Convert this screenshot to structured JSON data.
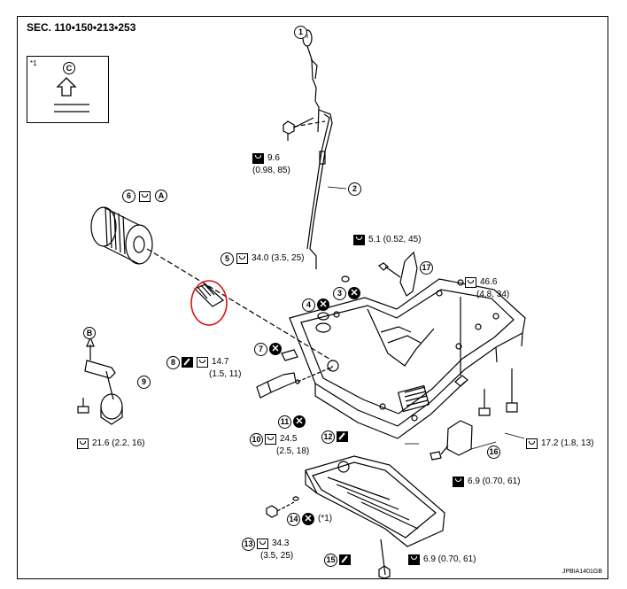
{
  "header": {
    "section": "SEC. 110•150•213•253"
  },
  "footer": {
    "code": "JPBIA1401GB"
  },
  "inset": {
    "ref": "*1",
    "letter": "C"
  },
  "callouts": [
    "1",
    "2",
    "3",
    "4",
    "5",
    "6",
    "7",
    "8",
    "9",
    "10",
    "11",
    "12",
    "13",
    "14",
    "15",
    "16",
    "17"
  ],
  "ref_letters": [
    "A",
    "B"
  ],
  "torques": {
    "t1": "9.6",
    "t1_sub": "(0.98, 85)",
    "t2": "5.1 (0.52, 45)",
    "t3": "46.6",
    "t3_sub": "(4.8, 34)",
    "t4": "34.0 (3.5, 25)",
    "t5": "14.7",
    "t5_sub": "(1.5, 11)",
    "t6": "21.6 (2.2, 16)",
    "t7": "24.5",
    "t7_sub": "(2.5, 18)",
    "t8": "17.2 (1.8, 13)",
    "t9": "6.9 (0.70, 61)",
    "t10": "34.3",
    "t10_sub": "(3.5, 25)",
    "t11": "6.9 (0.70, 61)"
  },
  "notes": {
    "ref_star": "(*1)"
  },
  "icons": [
    "torque-wrench-icon",
    "replace-part-icon",
    "liquid-gasket-icon",
    "up-arrow-icon",
    "circled-letter-icon"
  ]
}
